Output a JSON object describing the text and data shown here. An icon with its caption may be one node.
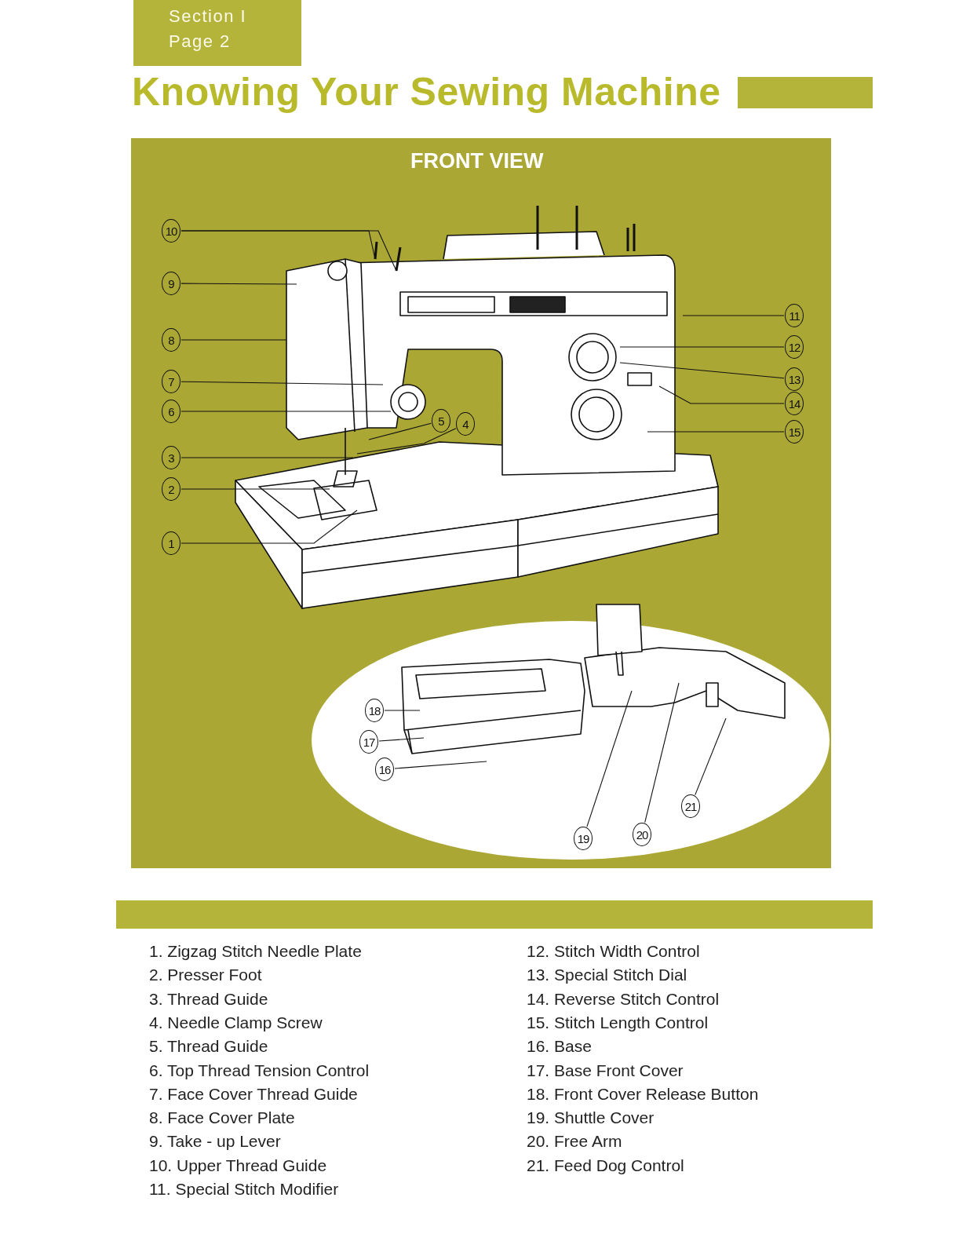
{
  "diagram": {
    "title": "Knowing Your Sewing Machine",
    "nodes": [
      {
        "text": [
          "1"
        ]
      },
      {
        "text": [
          "2"
        ]
      },
      {
        "text": [
          "3"
        ]
      },
      {
        "text": [
          "4"
        ]
      },
      {
        "text": [
          "5"
        ]
      },
      {
        "text": [
          "6"
        ]
      },
      {
        "text": [
          "7"
        ]
      },
      {
        "text": [
          "8"
        ]
      },
      {
        "text": [
          "9"
        ]
      },
      {
        "text": [
          "10"
        ]
      },
      {
        "text": [
          "11"
        ]
      },
      {
        "text": [
          "12"
        ]
      },
      {
        "text": [
          "13"
        ]
      },
      {
        "text": [
          "14"
        ]
      },
      {
        "text": [
          "15"
        ]
      },
      {
        "text": [
          "16"
        ]
      },
      {
        "text": [
          "17"
        ]
      },
      {
        "text": [
          "18"
        ]
      },
      {
        "text": [
          "19"
        ]
      },
      {
        "text": [
          "20"
        ]
      },
      {
        "text": [
          "21"
        ]
      },
      {
        "text": [],
        "shape": "bar"
      },
      {
        "text": [],
        "shape": "bar"
      }
    ],
    "edges": [
      {
        "from": 0,
        "to": null,
        "arrow": "none"
      },
      {
        "from": 1,
        "to": null,
        "arrow": "none"
      },
      {
        "from": 2,
        "to": null,
        "arrow": "none"
      },
      {
        "from": 3,
        "to": null,
        "arrow": "none"
      },
      {
        "from": 4,
        "to": null,
        "arrow": "none"
      },
      {
        "from": 5,
        "to": null,
        "arrow": "none"
      },
      {
        "from": 6,
        "to": null,
        "arrow": "none"
      },
      {
        "from": 7,
        "to": null,
        "arrow": "none"
      },
      {
        "from": 8,
        "to": null,
        "arrow": "none"
      },
      {
        "from": 9,
        "to": null,
        "arrow": "none"
      },
      {
        "from": 9,
        "to": null,
        "arrow": "none"
      },
      {
        "from": 10,
        "to": null,
        "arrow": "none"
      },
      {
        "from": 11,
        "to": null,
        "arrow": "none"
      },
      {
        "from": 12,
        "to": null,
        "arrow": "none"
      },
      {
        "from": 13,
        "to": null,
        "arrow": "none"
      },
      {
        "from": 14,
        "to": null,
        "arrow": "none"
      },
      {
        "from": 15,
        "to": null,
        "arrow": "none"
      },
      {
        "from": 16,
        "to": null,
        "arrow": "none"
      },
      {
        "from": 17,
        "to": null,
        "arrow": "none"
      },
      {
        "from": 18,
        "to": null,
        "arrow": "none"
      },
      {
        "from": 19,
        "to": null,
        "arrow": "none"
      },
      {
        "from": 20,
        "to": null,
        "arrow": "none"
      }
    ],
    "labels": [
      "Section I",
      "Page 2",
      "FRONT VIEW",
      "1. Zigzag Stitch Needle Plate",
      "2. Presser Foot",
      "3. Thread Guide",
      "4. Needle Clamp Screw",
      "5. Thread Guide",
      "6. Top Thread Tension Control",
      "7. Face Cover Thread Guide",
      "8. Face Cover Plate",
      "9. Take - up Lever",
      "10. Upper Thread Guide",
      "11. Special Stitch Modifier",
      "12. Stitch Width Control",
      "13. Special Stitch Dial",
      "14. Reverse Stitch Control",
      "15. Stitch Length Control",
      "16. Base",
      "17. Base Front Cover",
      "18. Front Cover Release Button",
      "19. Shuttle Cover",
      "20. Free Arm",
      "21. Feed Dog Control"
    ]
  }
}
